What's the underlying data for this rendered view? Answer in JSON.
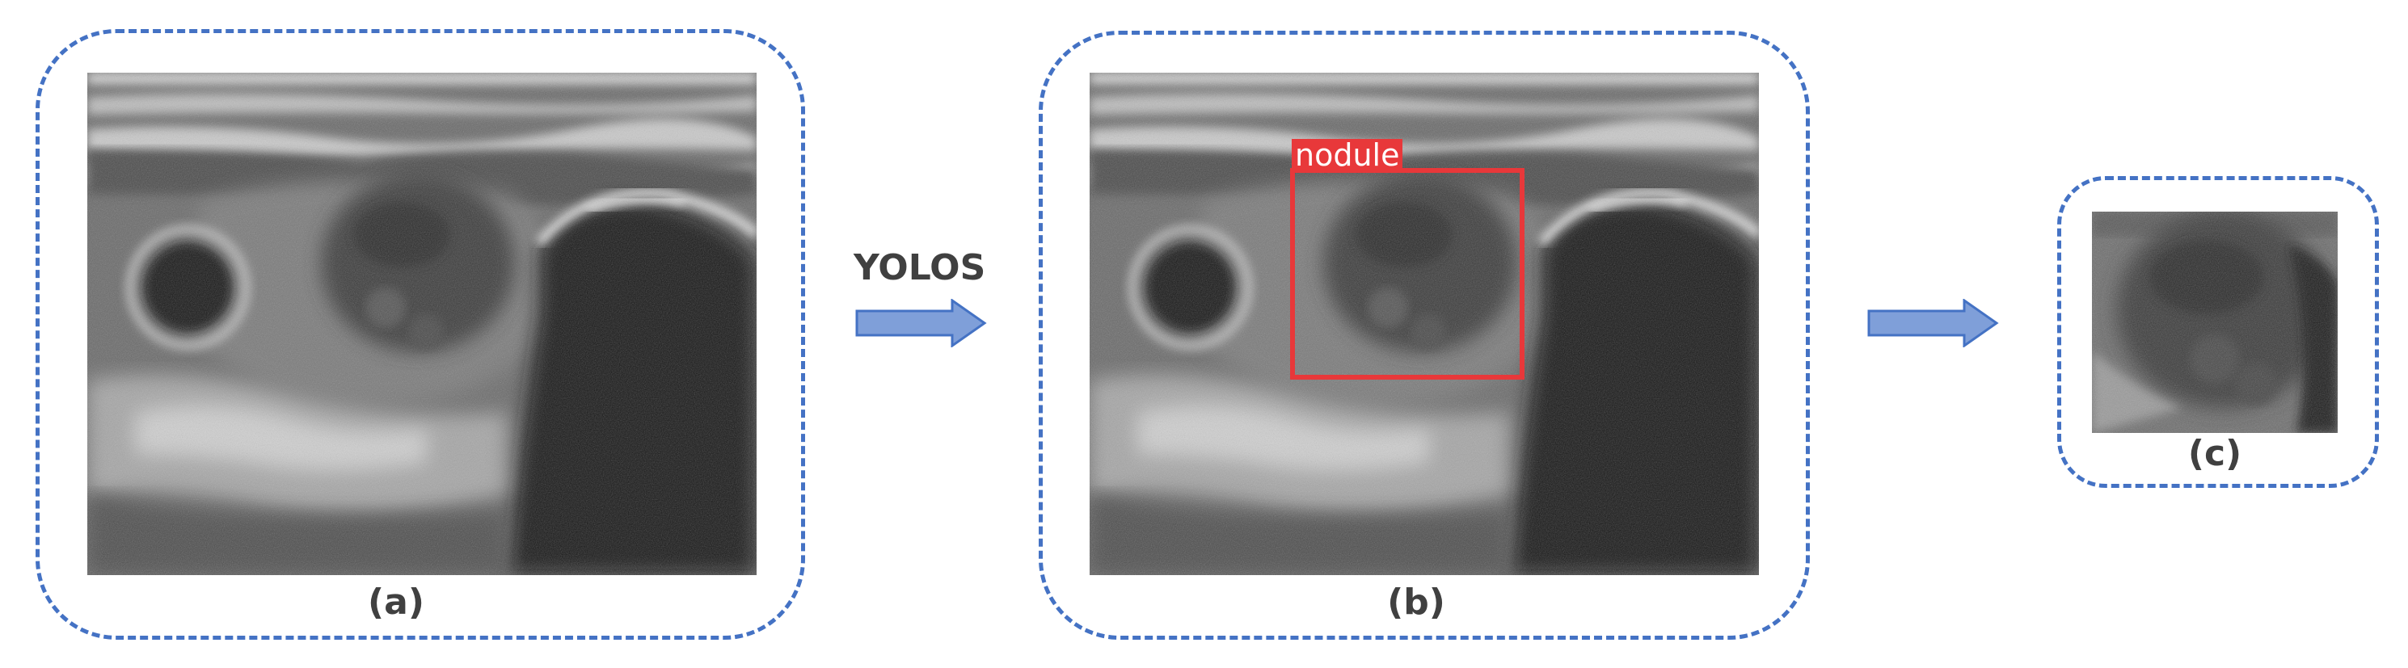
{
  "panels": {
    "a": {
      "caption": "(a)"
    },
    "b": {
      "caption": "(b)"
    },
    "c": {
      "caption": "(c)"
    }
  },
  "arrows": {
    "first": {
      "label": "YOLOS"
    },
    "second": {
      "label": ""
    }
  },
  "detection": {
    "label": "nodule",
    "color": "#e8383a"
  },
  "colors": {
    "panel_border": "#4472c4",
    "arrow_fill": "#7f9fd9",
    "arrow_stroke": "#4472c4",
    "caption_text": "#404040"
  },
  "images": {
    "full_scan": "ultrasound-image",
    "cropped_nodule": "cropped-ultrasound-image"
  }
}
